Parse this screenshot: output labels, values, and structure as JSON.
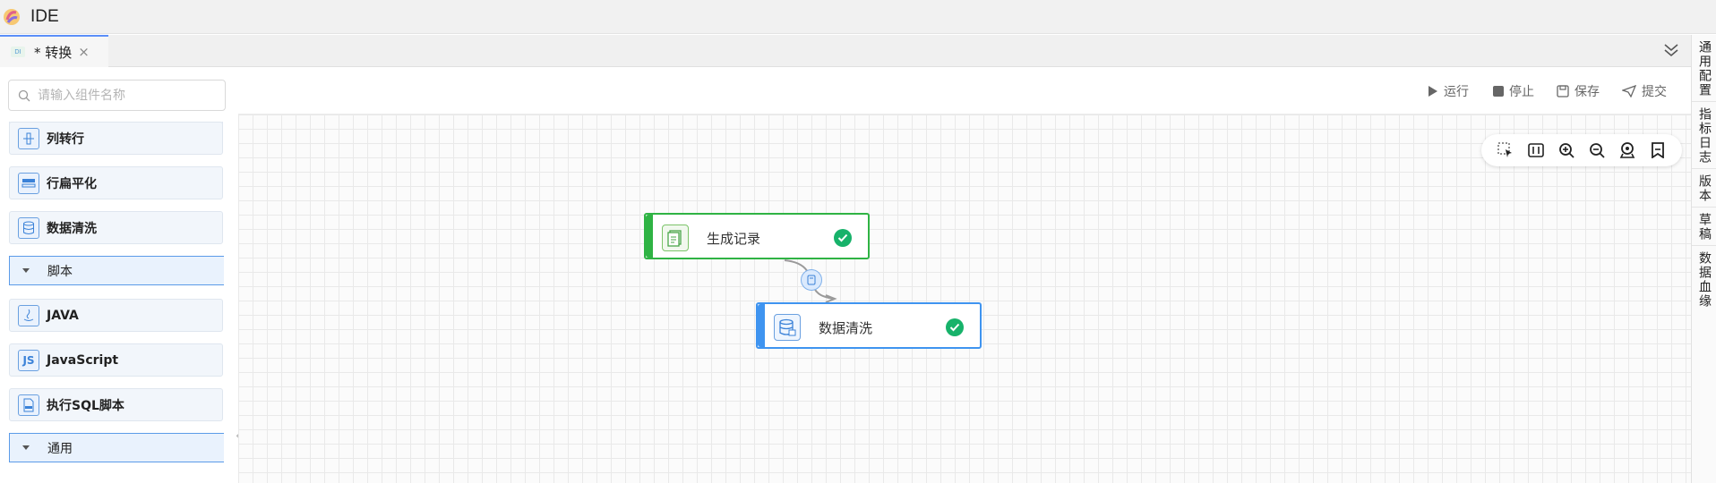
{
  "app": {
    "title": "IDE"
  },
  "tabs": [
    {
      "badge": "DI",
      "label": "* 转换",
      "close": "×"
    }
  ],
  "search": {
    "placeholder": "请输入组件名称"
  },
  "components": [
    {
      "label": "列转行",
      "icon": "column-to-row-icon"
    },
    {
      "label": "行扁平化",
      "icon": "flatten-row-icon"
    },
    {
      "label": "数据清洗",
      "icon": "database-clean-icon"
    }
  ],
  "groups": {
    "script": "脚本",
    "common": "通用"
  },
  "script_items": [
    {
      "label": "JAVA",
      "icon": "java-icon"
    },
    {
      "label": "JavaScript",
      "icon": "javascript-icon",
      "glyph": "JS"
    },
    {
      "label": "执行SQL脚本",
      "icon": "sql-file-icon"
    }
  ],
  "toolbar": {
    "run": "运行",
    "stop": "停止",
    "save": "保存",
    "submit": "提交"
  },
  "zoombar": [
    "select-area-icon",
    "fit-icon",
    "zoom-in-icon",
    "zoom-out-icon",
    "locate-icon",
    "minimap-icon"
  ],
  "nodes": [
    {
      "label": "生成记录",
      "status": "success",
      "color": "#2fb344"
    },
    {
      "label": "数据清洗",
      "status": "success",
      "color": "#3f94f0"
    }
  ],
  "right_panel": [
    "通用配置",
    "指标日志",
    "版本",
    "草稿",
    "数据血缘"
  ],
  "colors": {
    "accent": "#5b8ff9",
    "success": "#17b26a",
    "node_source": "#2fb344",
    "node_transform": "#3f94f0"
  }
}
